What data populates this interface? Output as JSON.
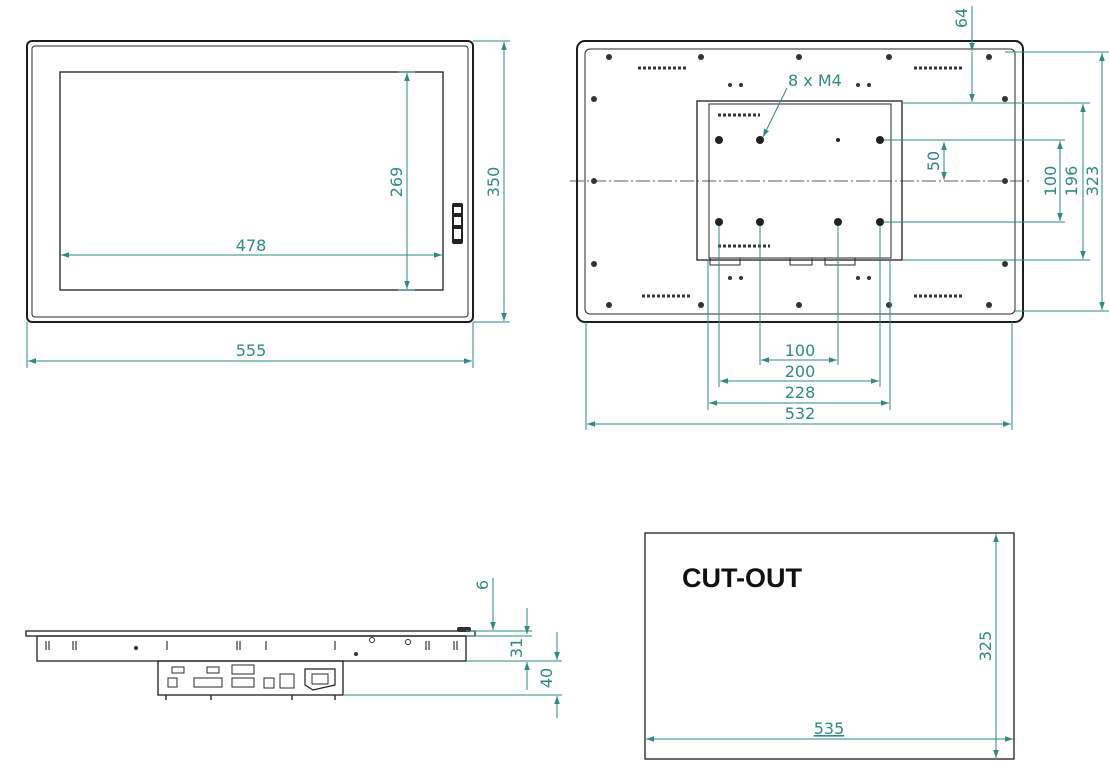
{
  "front_view": {
    "width_label": "555",
    "height_label": "350",
    "screen_width_label": "478",
    "screen_height_label": "269"
  },
  "rear_view": {
    "hole_label": "8 x M4",
    "top_offset_label": "64",
    "vesa_offset_label": "50",
    "vesa_100_v_label": "100",
    "v_196_label": "196",
    "v_323_label": "323",
    "h_100_label": "100",
    "h_200_label": "200",
    "h_228_label": "228",
    "h_532_label": "532"
  },
  "side_view": {
    "bezel_label": "6",
    "depth_label": "31",
    "box_label": "40"
  },
  "cutout": {
    "title": "CUT-OUT",
    "width_label": "535",
    "height_label": "325"
  },
  "colors": {
    "dimension": "#2e8b83",
    "outline": "#1e1e1e"
  }
}
